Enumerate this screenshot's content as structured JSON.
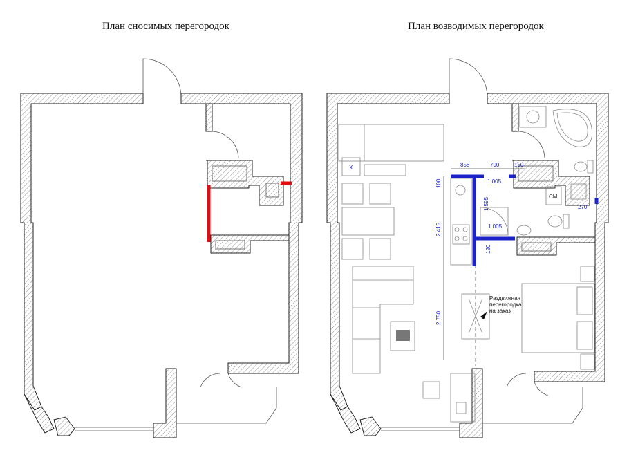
{
  "titles": {
    "left": "План сносимых перегородок",
    "right": "План возводимых перегородок"
  },
  "dimensions": {
    "d858": "858",
    "d700": "700",
    "d150": "150",
    "d100": "100",
    "d1005a": "1 005",
    "d1595": "1 595",
    "d1005b": "1 005",
    "d2415": "2 415",
    "d120": "120",
    "d270": "270",
    "d2750": "2 750"
  },
  "labels": {
    "washing_machine": "СМ",
    "stove_mark": "Х",
    "partition_note_1": "Раздвижная",
    "partition_note_2": "перегородка",
    "partition_note_3": "на заказ"
  },
  "colors": {
    "demolished": "#e01010",
    "new_wall": "#1a22c8"
  }
}
